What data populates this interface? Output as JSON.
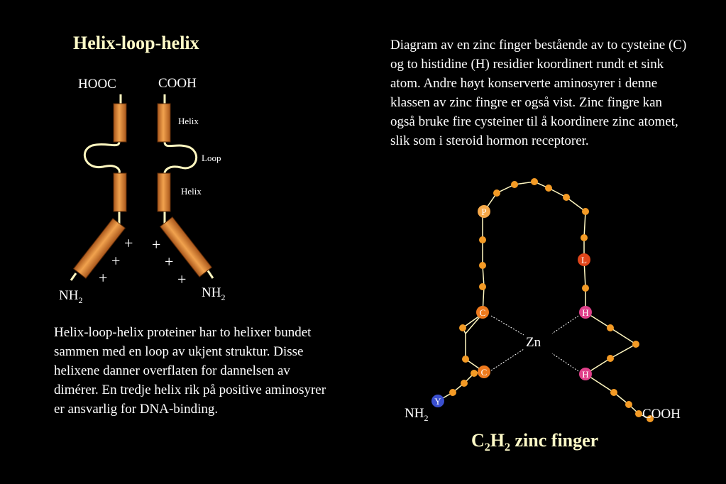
{
  "left": {
    "title": "Helix-loop-helix",
    "hooc": "HOOC",
    "cooh": "COOH",
    "helix_top": "Helix",
    "loop": "Loop",
    "helix_bottom": "Helix",
    "nh": "NH",
    "sub2": "2",
    "plus": "+",
    "paragraph": "Helix-loop-helix proteiner har to helixer bundet sammen med en loop av ukjent struktur. Disse helixene danner overflaten for dannelsen av dimérer. En tredje helix rik på positive aminosyrer er ansvarlig for DNA-binding."
  },
  "right": {
    "paragraph": "Diagram av en zinc finger bestående av to cysteine (C) og to histidine (H) residier koordinert rundt et sink atom. Andre høyt konserverte aminosyrer i denne klassen av zinc fingre er også vist. Zinc fingre kan også bruke fire cysteiner til å koordinere zinc atomet, slik som i steroid hormon receptorer.",
    "zn": "Zn",
    "nh": "NH",
    "sub2": "2",
    "cooh": "COOH",
    "residues": {
      "P": "P",
      "L": "L",
      "C1": "C",
      "C2": "C",
      "H1": "H",
      "H2": "H",
      "Y": "Y"
    },
    "caption": {
      "c": "C",
      "c_sub": "2",
      "h": "H",
      "h_sub": "2",
      "rest": " zinc finger"
    }
  },
  "colors": {
    "title": "#fffbc8",
    "helix_fill": "#d98535",
    "chain": "#fff7c0",
    "dot": "#f39a25",
    "p_dot": "#f7a94a",
    "l_dot": "#e0451a",
    "c_dot": "#ee7a1d",
    "h_dot": "#e0408a",
    "y_dot": "#3a4fcf"
  }
}
